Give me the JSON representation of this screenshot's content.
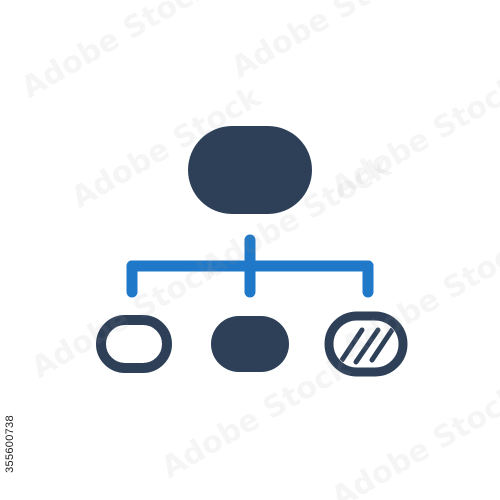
{
  "icon": {
    "name": "hierarchy-org-chart-icon",
    "colors": {
      "node_dark": "#2e4058",
      "connector_blue": "#1f78c8",
      "background": "#ffffff"
    },
    "nodes": {
      "top": "filled",
      "bottom_left": "outline",
      "bottom_center": "filled",
      "bottom_right": "outline-with-hatching"
    }
  },
  "watermark": {
    "text": "Adobe Stock"
  },
  "stock_id": "355600738"
}
